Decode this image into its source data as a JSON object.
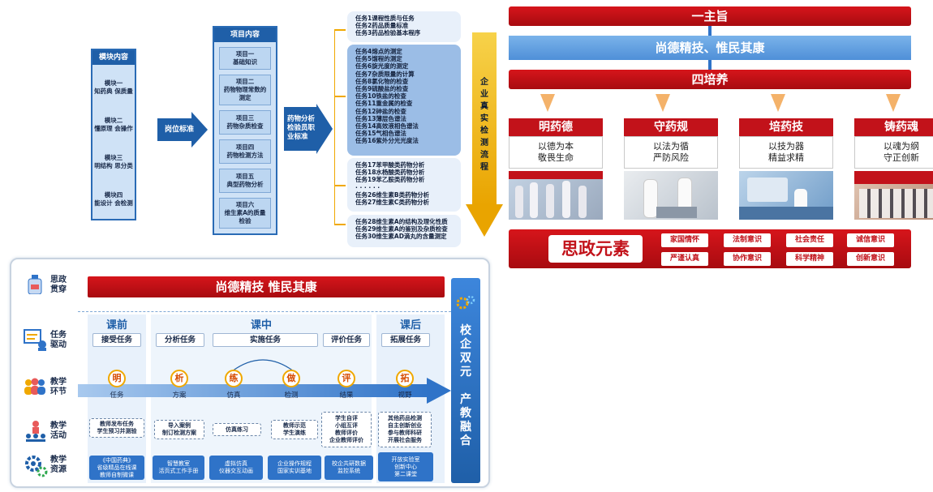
{
  "modules": {
    "header": "模块内容",
    "items": [
      "模块一\n知药典 保质量",
      "模块二\n懂原理 会操作",
      "模块三\n明结构 思分类",
      "模块四\n能设计 会检测"
    ]
  },
  "arrow_gangwei": "岗位标准",
  "projects": {
    "header": "项目内容",
    "items": [
      "项目一\n基础知识",
      "项目二\n药物物理常数的\n测定",
      "项目三\n药物杂质检查",
      "项目四\n药物检测方法",
      "项目五\n典型药物分析",
      "项目六\n维生素A的质量\n检验"
    ]
  },
  "arrow_drug": "药物分析\n检验员职\n业标准",
  "tasks": [
    "任务1课程性质与任务\n任务2药品质量标准\n任务3药品检验基本程序",
    "任务4熔点的测定\n任务5馏程的测定\n任务6旋光度的测定\n任务7杂质限量的计算\n任务8氯化物的检查\n任务9硫酸盐的检查\n任务10铁盐的检查\n任务11重金属的检查\n任务12砷盐的检查\n任务13薄层色谱法\n任务14高效液相色谱法\n任务15气相色谱法\n任务16紫外分光光度法",
    "任务17苯甲酸类药物分析\n任务18水杨酸类药物分析\n任务19苯乙胺类药物分析\n· · · · · ·\n任务26维生素B类药物分析\n任务27维生素C类药物分析",
    "任务28维生素A的结构及理化性质\n任务29维生素A的鉴别及杂质检查\n任务30维生素AD滴丸的含量测定"
  ],
  "vertical_flow": "企\n业\n真\n实\n检\n测\n流\n程",
  "right_panel": {
    "top": "一主旨",
    "motto": "尚德精技、惟民其康",
    "four": "四培养",
    "cards": [
      {
        "title": "明药德",
        "body": "以德为本\n敬畏生命"
      },
      {
        "title": "守药规",
        "body": "以法为循\n严防风险"
      },
      {
        "title": "培药技",
        "body": "以技为器\n精益求精"
      },
      {
        "title": "铸药魂",
        "body": "以魂为纲\n守正创新"
      }
    ],
    "sizheng": "思政元素",
    "tags": [
      "家国情怀",
      "法制意识",
      "社会责任",
      "诚信意识",
      "严谨认真",
      "协作意识",
      "科学精神",
      "创新意识"
    ]
  },
  "lower": {
    "banner": "尚德精技  惟民其康",
    "row_labels": [
      "思政\n贯穿",
      "任务\n驱动",
      "教学\n环节",
      "教学\n活动",
      "教学\n资源"
    ],
    "stages": [
      "课前",
      "课中",
      "课后"
    ],
    "task_labels": [
      "接受任务",
      "分析任务",
      "实施任务",
      "评价任务",
      "拓展任务"
    ],
    "circles": [
      {
        "char": "明",
        "label": "任务"
      },
      {
        "char": "析",
        "label": "方案"
      },
      {
        "char": "练",
        "label": "仿真"
      },
      {
        "char": "做",
        "label": "检测"
      },
      {
        "char": "评",
        "label": "结果"
      },
      {
        "char": "拓",
        "label": "视野"
      }
    ],
    "activities": [
      "教师发布任务\n学生预习并测验",
      "导入案例\n制订检测方案",
      "仿真练习",
      "教师示范\n学生演练",
      "学生自评\n小组互评\n教师评价\n企业教师评价",
      "其他药品检测\n自主创新创业\n参与教师科研\n开展社会服务"
    ],
    "resources": [
      "《中国药典》\n省级精品在线课\n教师自制微课",
      "智慧教室\n活页式工作手册",
      "虚拟仿真\n仪器交互动画",
      "企业操作规程\n国家实训基地",
      "校企共研数据\n监控系统",
      "开放实验室\n创新中心\n第二课堂"
    ],
    "side": "校\n企\n双\n元\n\n产\n教\n融\n合"
  }
}
